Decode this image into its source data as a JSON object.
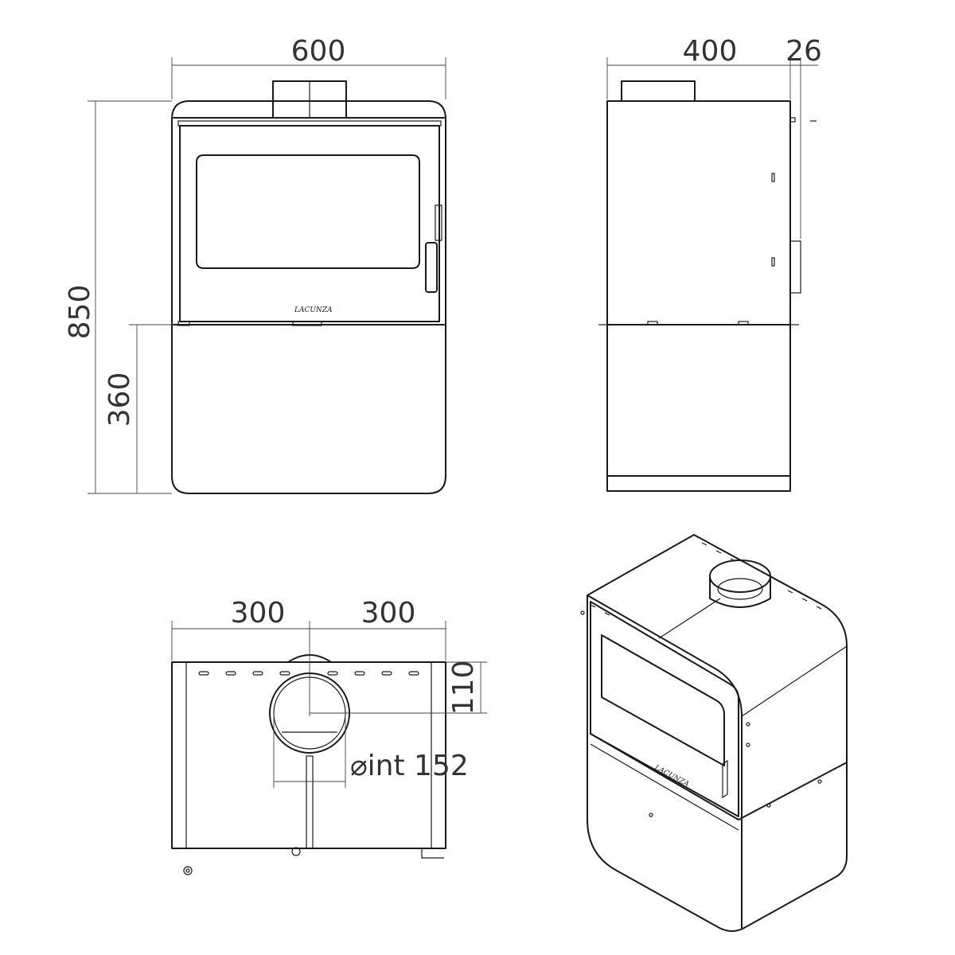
{
  "front_view": {
    "width_label": "600",
    "height_label": "850",
    "base_height_label": "360",
    "brand": "LACUNZA"
  },
  "side_view": {
    "depth_label": "400",
    "offset_label": "26"
  },
  "top_view": {
    "left_label": "300",
    "right_label": "300",
    "flue_offset_label": "110",
    "flue_diameter_label": "⌀int 152"
  },
  "iso_view": {
    "brand": "LACUNZA"
  }
}
